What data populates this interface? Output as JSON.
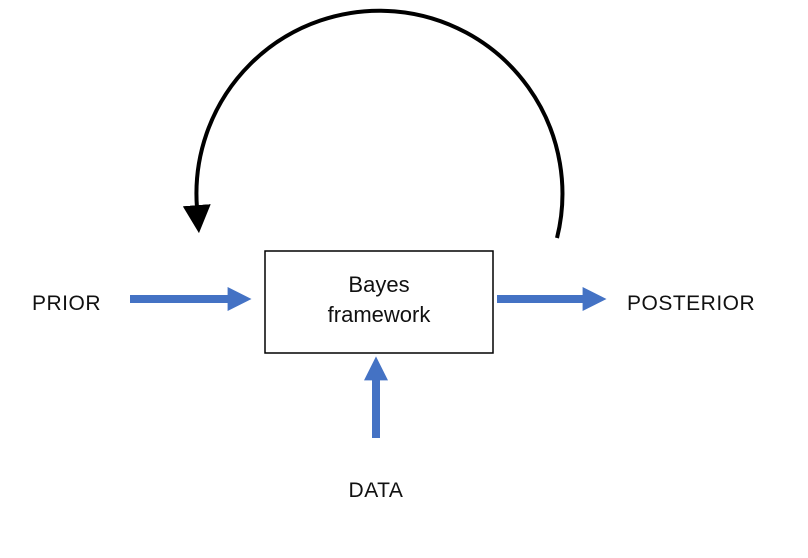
{
  "diagram": {
    "title": "Bayes framework loop diagram",
    "box": {
      "line1": "Bayes",
      "line2": "framework"
    },
    "labels": {
      "prior": "PRIOR",
      "posterior": "POSTERIOR",
      "data": "DATA"
    },
    "arrows": {
      "prior_to_box": "prior-to-box-arrow",
      "box_to_posterior": "box-to-posterior-arrow",
      "data_to_box": "data-to-box-arrow",
      "posterior_to_prior_loop": "feedback-loop-arrow"
    },
    "colors": {
      "arrow_blue": "#4472C4",
      "arc_black": "#000000",
      "box_border": "#000000",
      "background": "#FFFFFF",
      "text": "#111111"
    }
  }
}
